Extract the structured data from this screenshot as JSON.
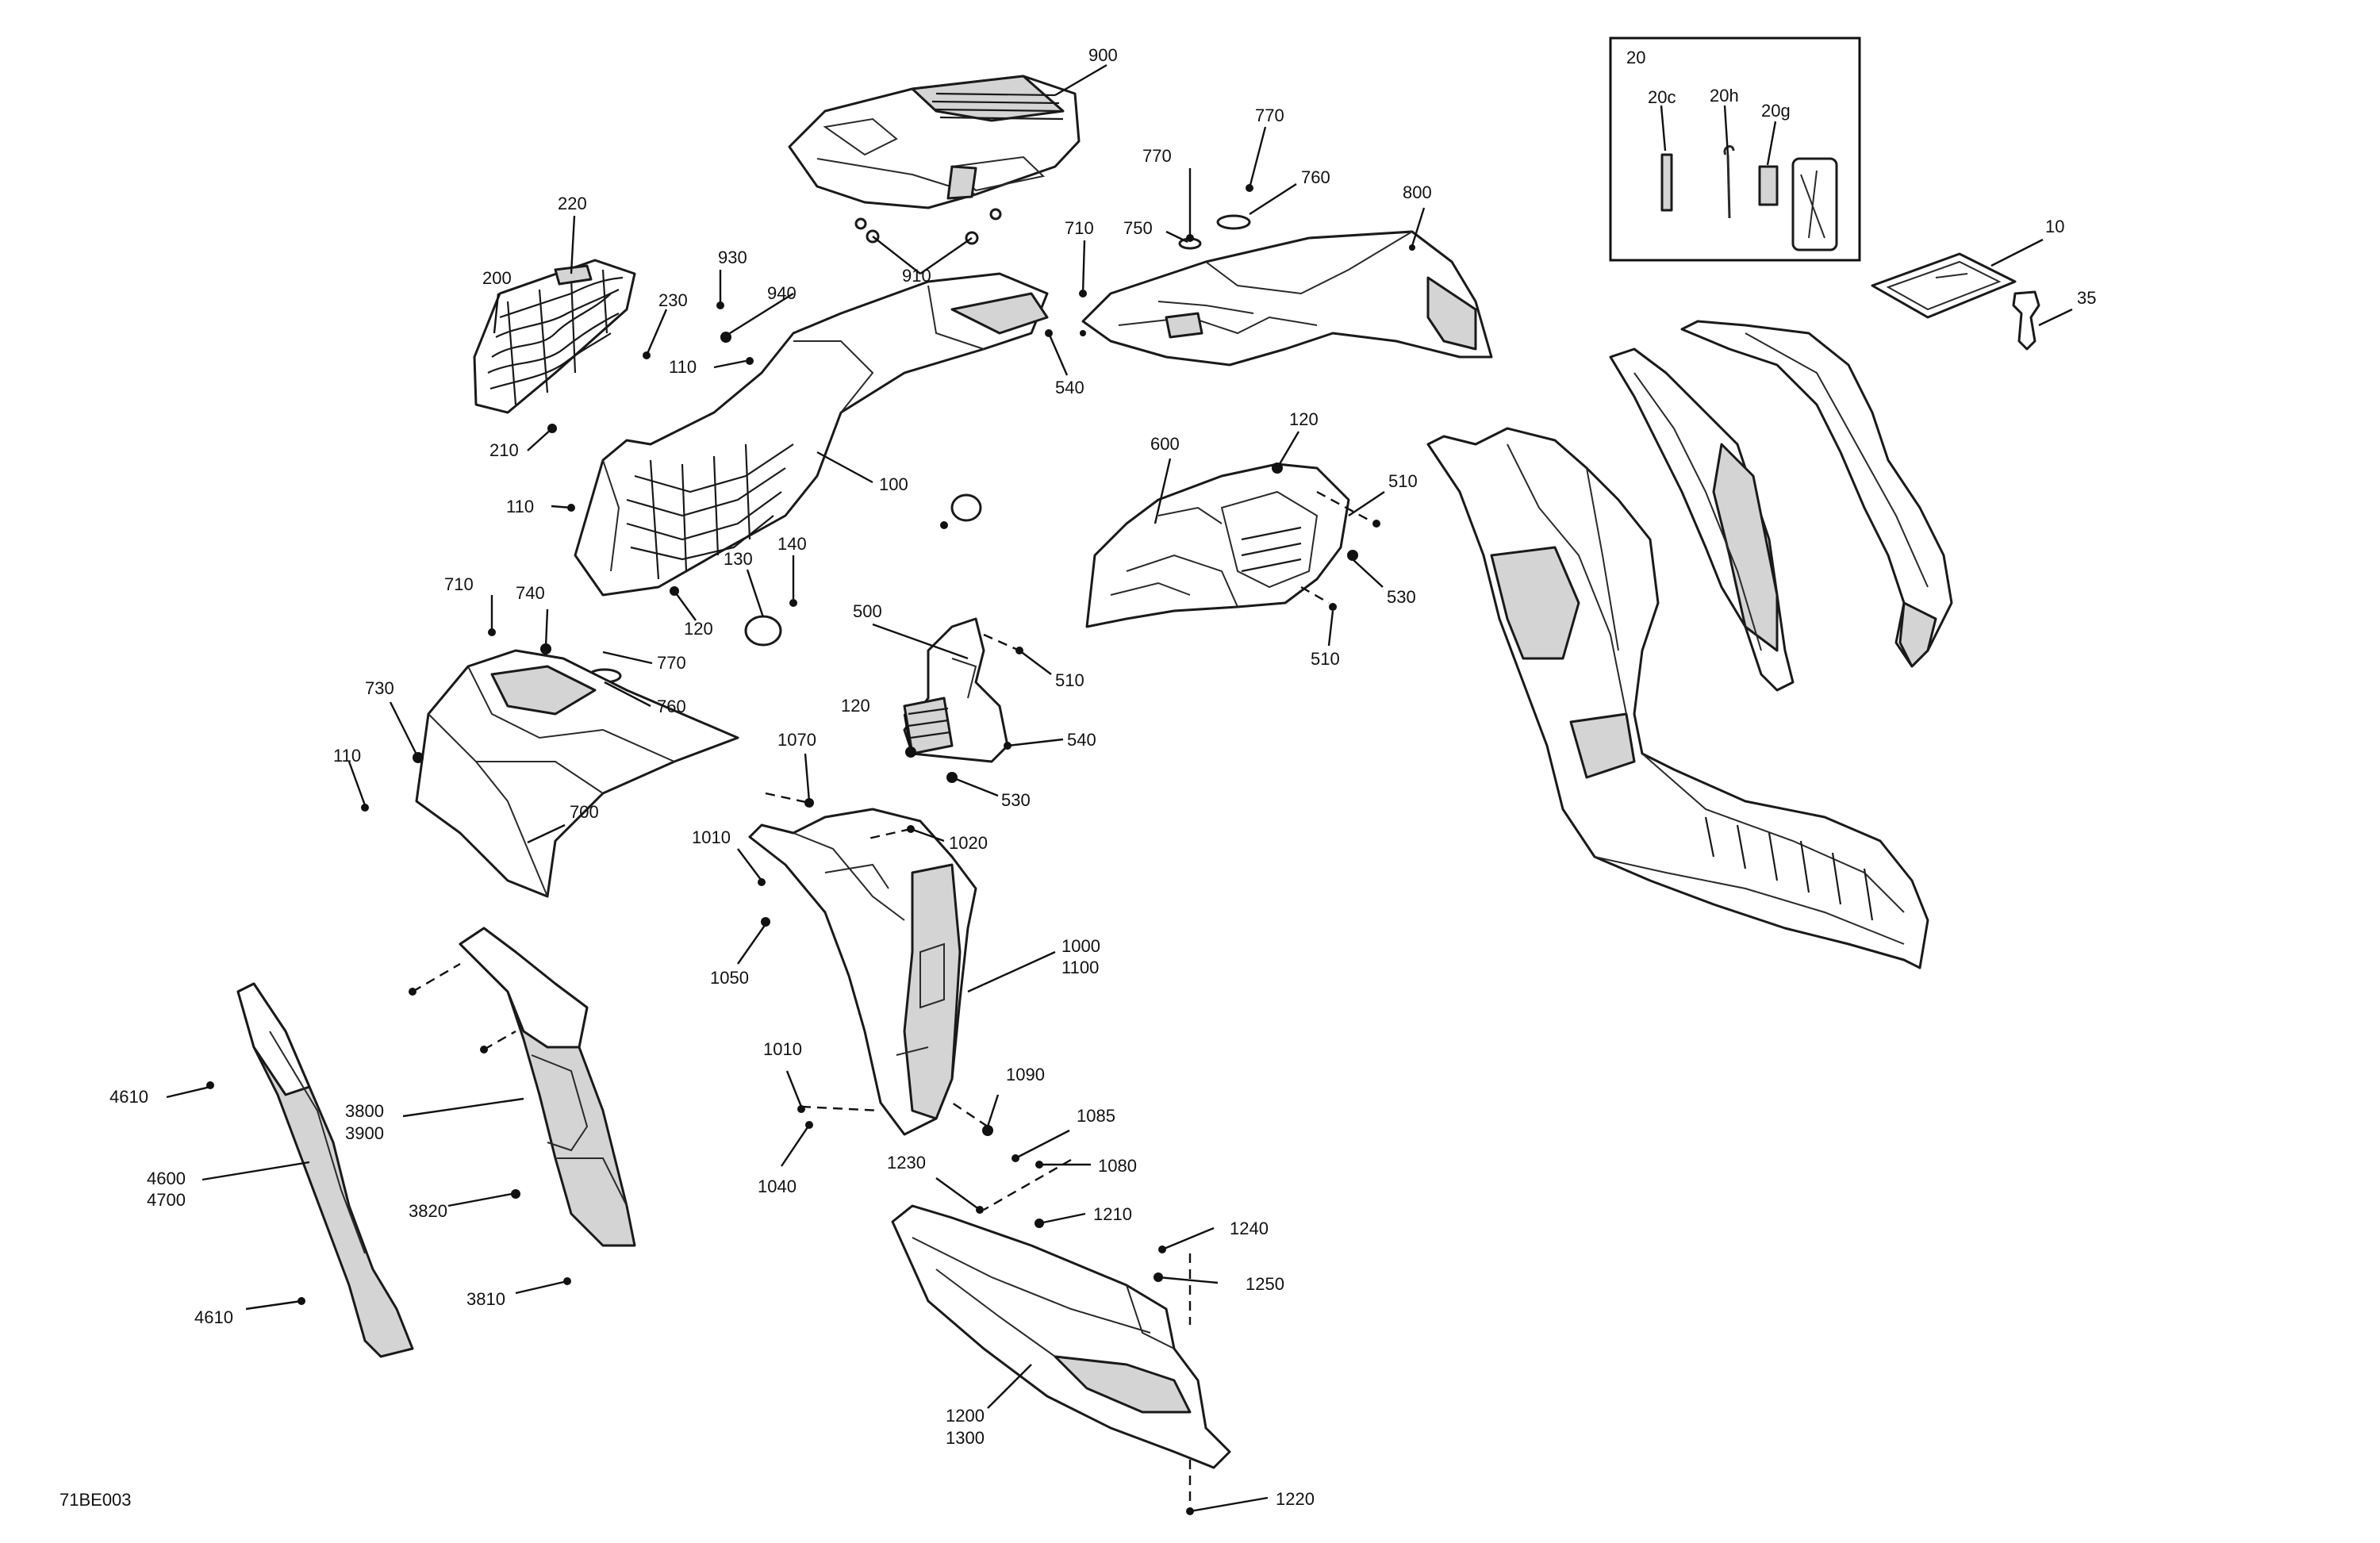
{
  "labels": {
    "l900": "900",
    "l910": "910",
    "l220": "220",
    "l200": "200",
    "l230": "230",
    "l210": "210",
    "l930": "930",
    "l940": "940",
    "l110a": "110",
    "l540a": "540",
    "l100": "100",
    "l110b": "110",
    "l120a": "120",
    "l130": "130",
    "l140": "140",
    "l770a": "770",
    "l760a": "760",
    "l770b": "770",
    "l750": "750",
    "l710a": "710",
    "l800": "800",
    "l600": "600",
    "l120b": "120",
    "l510a": "510",
    "l530a": "530",
    "l510b": "510",
    "l500": "500",
    "l510c": "510",
    "l120c": "120",
    "l540b": "540",
    "l530b": "530",
    "l710b": "710",
    "l740": "740",
    "l770c": "770",
    "l760b": "760",
    "l730": "730",
    "l110c": "110",
    "l700": "700",
    "l1070": "1070",
    "l1020": "1020",
    "l1010a": "1010",
    "l1050": "1050",
    "l1000": "1000",
    "l1100": "1100",
    "l1010b": "1010",
    "l1090": "1090",
    "l1085": "1085",
    "l1080": "1080",
    "l1040": "1040",
    "l1230": "1230",
    "l1210": "1210",
    "l1240": "1240",
    "l1250": "1250",
    "l1200": "1200",
    "l1300": "1300",
    "l1220": "1220",
    "l4610a": "4610",
    "l4600": "4600",
    "l4700": "4700",
    "l4610b": "4610",
    "l3800": "3800",
    "l3900": "3900",
    "l3820": "3820",
    "l3810": "3810",
    "l20": "20",
    "l20c": "20c",
    "l20h": "20h",
    "l20g": "20g",
    "l10": "10",
    "l35": "35"
  },
  "drawing_code": "71BE003"
}
